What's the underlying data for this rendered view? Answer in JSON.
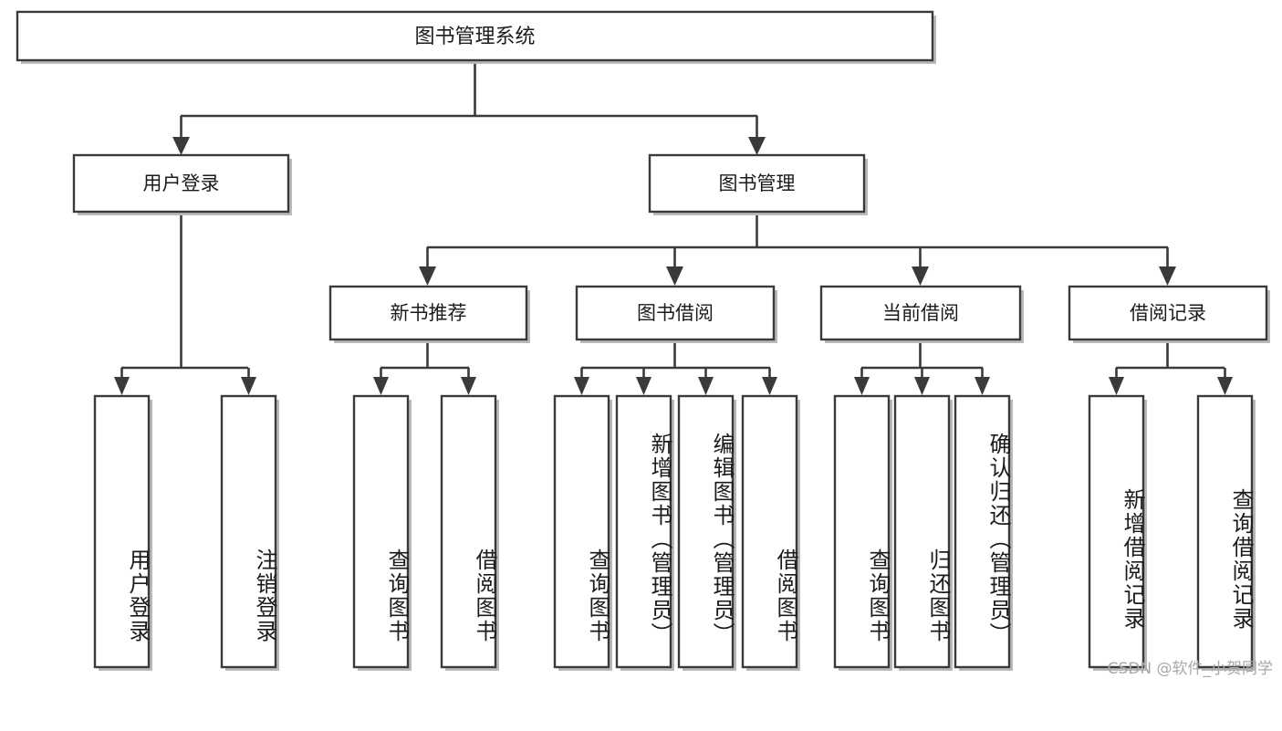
{
  "diagram": {
    "type": "tree",
    "title": "图书管理系统",
    "root": {
      "label": "图书管理系统"
    },
    "level2": [
      {
        "label": "用户登录"
      },
      {
        "label": "图书管理"
      }
    ],
    "level3": [
      {
        "label": "新书推荐"
      },
      {
        "label": "图书借阅"
      },
      {
        "label": "当前借阅"
      },
      {
        "label": "借阅记录"
      }
    ],
    "leaves": {
      "user_login": [
        {
          "label": "用户登录"
        },
        {
          "label": "注销登录"
        }
      ],
      "new_book": [
        {
          "label": "查询图书"
        },
        {
          "label": "借阅图书"
        }
      ],
      "book_borrow": [
        {
          "label": "查询图书"
        },
        {
          "label": "新增图书（管理员）"
        },
        {
          "label": "编辑图书（管理员）"
        },
        {
          "label": "借阅图书"
        }
      ],
      "current_borrow": [
        {
          "label": "查询图书"
        },
        {
          "label": "归还图书"
        },
        {
          "label": "确认归还（管理员）"
        }
      ],
      "borrow_record": [
        {
          "label": "新增借阅记录"
        },
        {
          "label": "查询借阅记录"
        }
      ]
    }
  },
  "watermark": {
    "text": "CSDN @软件_小贺同学"
  },
  "colors": {
    "box_stroke": "#3a3a3a",
    "box_fill": "#ffffff",
    "text": "#1b1b1b",
    "shadow": "#b9b9b9",
    "watermark": "#a8a8a8"
  }
}
